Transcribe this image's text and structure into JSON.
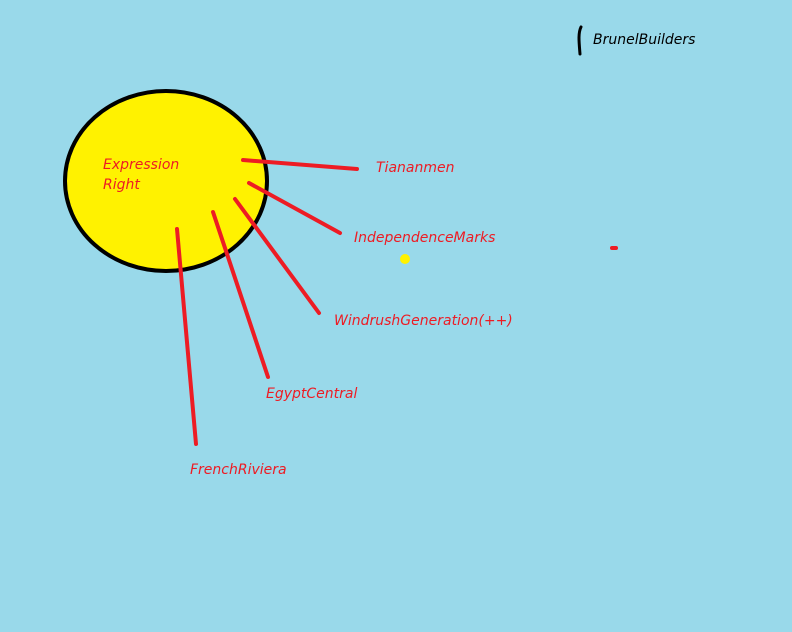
{
  "center": {
    "line1": "Expression",
    "line2": "Right",
    "fill_color": "#fff200",
    "outline_color": "#000000"
  },
  "branches": [
    {
      "label": "Tiananmen"
    },
    {
      "label": "IndependenceMarks"
    },
    {
      "label": "WindrushGeneration(++)"
    },
    {
      "label": "EgyptCentral"
    },
    {
      "label": "FrenchRiviera"
    }
  ],
  "corner_label": "BrunelBuilders",
  "colors": {
    "background": "#99d9ea",
    "branch": "#ed1c24",
    "label_text": "#ed1c24",
    "corner_text": "#000000",
    "dot": "#fff200"
  }
}
